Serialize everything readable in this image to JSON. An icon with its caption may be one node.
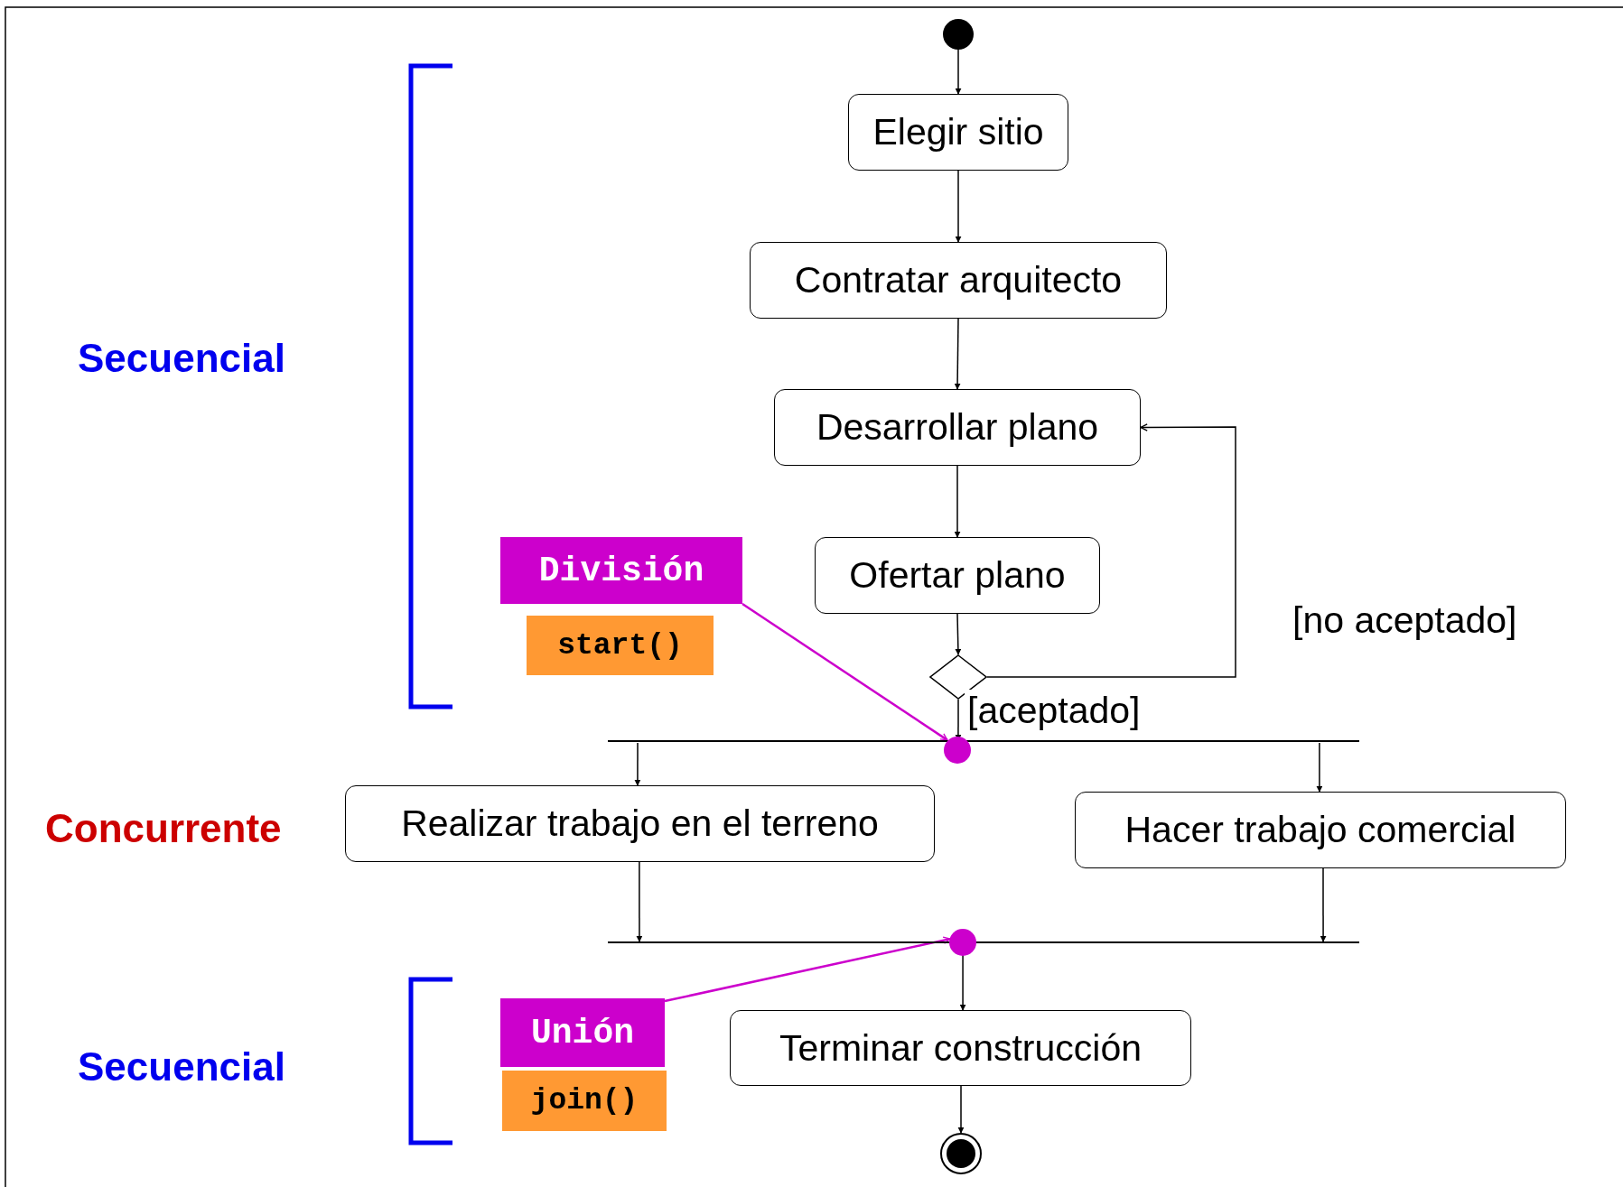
{
  "diagram": {
    "nodes": [
      {
        "text": [],
        "shape": "circle"
      },
      {
        "text": [
          "Elegir sitio"
        ]
      },
      {
        "text": [
          "Contratar arquitecto"
        ]
      },
      {
        "text": [
          "Desarrollar plano"
        ]
      },
      {
        "text": [
          "Ofertar plano"
        ]
      },
      {
        "text": [],
        "shape": "diamond"
      },
      {
        "text": [],
        "shape": "bar"
      },
      {
        "text": [],
        "shape": "circle"
      },
      {
        "text": [
          "División"
        ]
      },
      {
        "text": [
          "start()"
        ]
      },
      {
        "text": [
          "Realizar trabajo en el terreno"
        ]
      },
      {
        "text": [
          "Hacer trabajo comercial"
        ]
      },
      {
        "text": [],
        "shape": "bar"
      },
      {
        "text": [],
        "shape": "circle"
      },
      {
        "text": [
          "Unión"
        ]
      },
      {
        "text": [
          "join()"
        ]
      },
      {
        "text": [
          "Terminar construcción"
        ]
      },
      {
        "text": [],
        "shape": "circle"
      }
    ],
    "edges": [
      {
        "from": 0,
        "to": 1,
        "arrow": "to"
      },
      {
        "from": 1,
        "to": 2,
        "arrow": "to"
      },
      {
        "from": 2,
        "to": 3,
        "arrow": "to"
      },
      {
        "from": 3,
        "to": 4,
        "arrow": "to"
      },
      {
        "from": 4,
        "to": 5,
        "arrow": "to"
      },
      {
        "from": 5,
        "to": 6,
        "arrow": "to",
        "label": "[aceptado]"
      },
      {
        "from": 5,
        "to": 3,
        "arrow": "to",
        "label": "[no aceptado]"
      },
      {
        "from": 6,
        "to": 10,
        "arrow": "to"
      },
      {
        "from": 6,
        "to": 11,
        "arrow": "to"
      },
      {
        "from": 10,
        "to": 12,
        "arrow": "to"
      },
      {
        "from": 11,
        "to": 12,
        "arrow": "to"
      },
      {
        "from": 12,
        "to": 16,
        "arrow": "to"
      },
      {
        "from": 16,
        "to": 17,
        "arrow": "to"
      },
      {
        "from": 8,
        "to": 7,
        "arrow": "to",
        "color": "#cc00cc"
      },
      {
        "from": 14,
        "to": 13,
        "arrow": "to",
        "color": "#cc00cc"
      }
    ],
    "labels": [
      "Secuencial",
      "Concurrente",
      "Secuencial"
    ]
  }
}
